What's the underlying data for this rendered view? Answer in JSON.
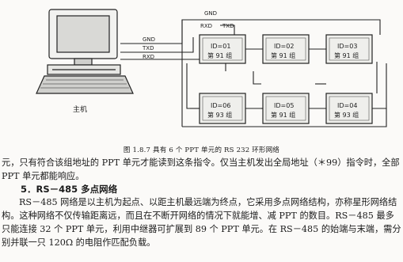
{
  "figure": {
    "host_label": "主机",
    "wire_labels": {
      "gnd_top": "GND",
      "rxd_top": "RXD",
      "txd_top": "TXD",
      "gnd_left": "GND",
      "txd_left": "TXD",
      "rxd_left": "RXD"
    },
    "units": [
      {
        "id": "ID=01",
        "group": "第 91 组"
      },
      {
        "id": "ID=02",
        "group": "第 91 组"
      },
      {
        "id": "ID=03",
        "group": "第 91 组"
      },
      {
        "id": "ID=04",
        "group": "第 93 组"
      },
      {
        "id": "ID=05",
        "group": "第 91 组"
      },
      {
        "id": "ID=06",
        "group": "第 93 组"
      }
    ],
    "caption": "图 1.8.7   具有 6 个 PPT 单元的 RS   232 环形网络"
  },
  "text": {
    "para1": "元，只有符合该组地址的 PPT 单元才能读到这条指令。仅当主机发出全局地址（＊99）指令时，全部 PPT 单元都能响应。",
    "heading": "5．RS－485 多点网络",
    "para2": "RS－485 网络是以主机为起点、以距主机最远端为终点，它采用多点网络结构，亦称星形网络结构。这种网络不仅传输距离远，而且在不断开网络的情况下就能增、减 PPT 的数目。RS－485 最多只能连接 32 个 PPT 单元，利用中继器可扩展到 89 个 PPT 单元。在 RS－485 的始端与末端，需分别并联一只 120Ω 的电阻作匹配负载。"
  }
}
